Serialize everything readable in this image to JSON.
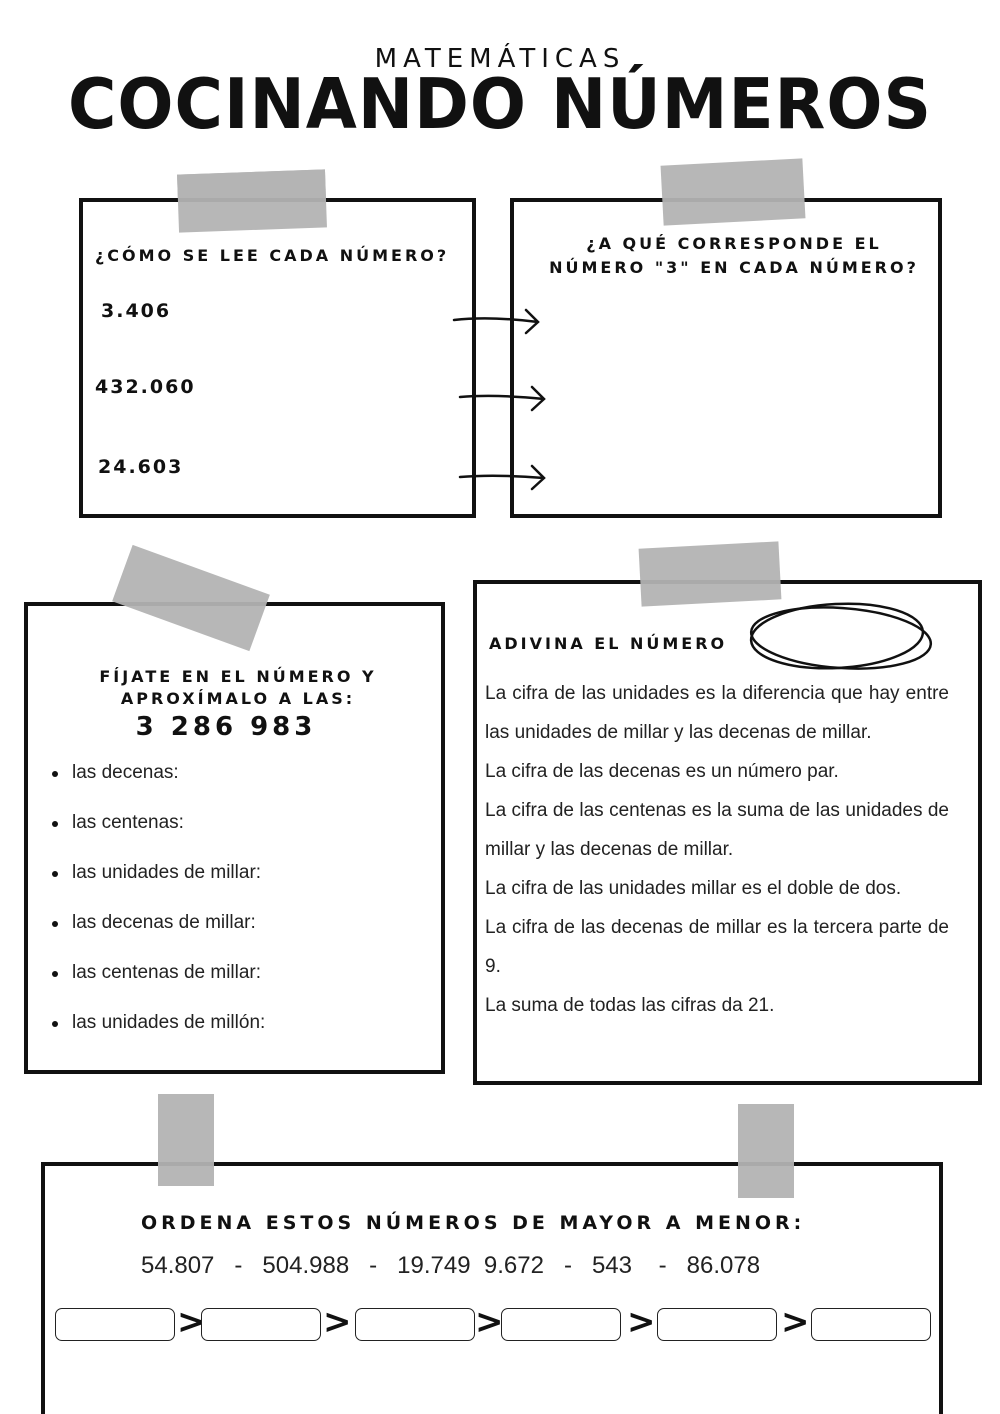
{
  "header": {
    "subtitle": "MATEMÁTICAS",
    "title": "COCINANDO NÚMEROS"
  },
  "read_box": {
    "heading": "¿Cómo se lee cada número?",
    "numbers": [
      "3.406",
      "432.060",
      "24.603"
    ]
  },
  "three_box": {
    "heading": "¿A qué corresponde el número \"3\" en cada número?"
  },
  "approx_box": {
    "heading": "Fíjate en el número y aproxímalo a las:",
    "number": "3 286 983",
    "items": [
      "las decenas:",
      "las centenas:",
      "las unidades de millar:",
      "las decenas de millar:",
      "las centenas de millar:",
      "las unidades de millón:"
    ]
  },
  "guess_box": {
    "heading": "Adivina el número",
    "clues": [
      "La cifra de las unidades es la diferencia que hay entre las unidades de millar y las decenas de millar.",
      "La cifra de las decenas es un número par.",
      "La cifra de las centenas es la suma de las unidades de millar y las decenas de millar.",
      "La cifra de las unidades millar es el doble de dos.",
      "La cifra de las decenas de millar es la tercera parte de 9.",
      "La suma de todas las cifras da 21."
    ]
  },
  "order_box": {
    "heading": "Ordena estos números de mayor a menor:",
    "numbers_line": "54.807   -   504.988   -   19.749  9.672   -   543    -   86.078",
    "separator": ">"
  },
  "colors": {
    "tape": "#b3b3b3",
    "ink": "#111111"
  }
}
